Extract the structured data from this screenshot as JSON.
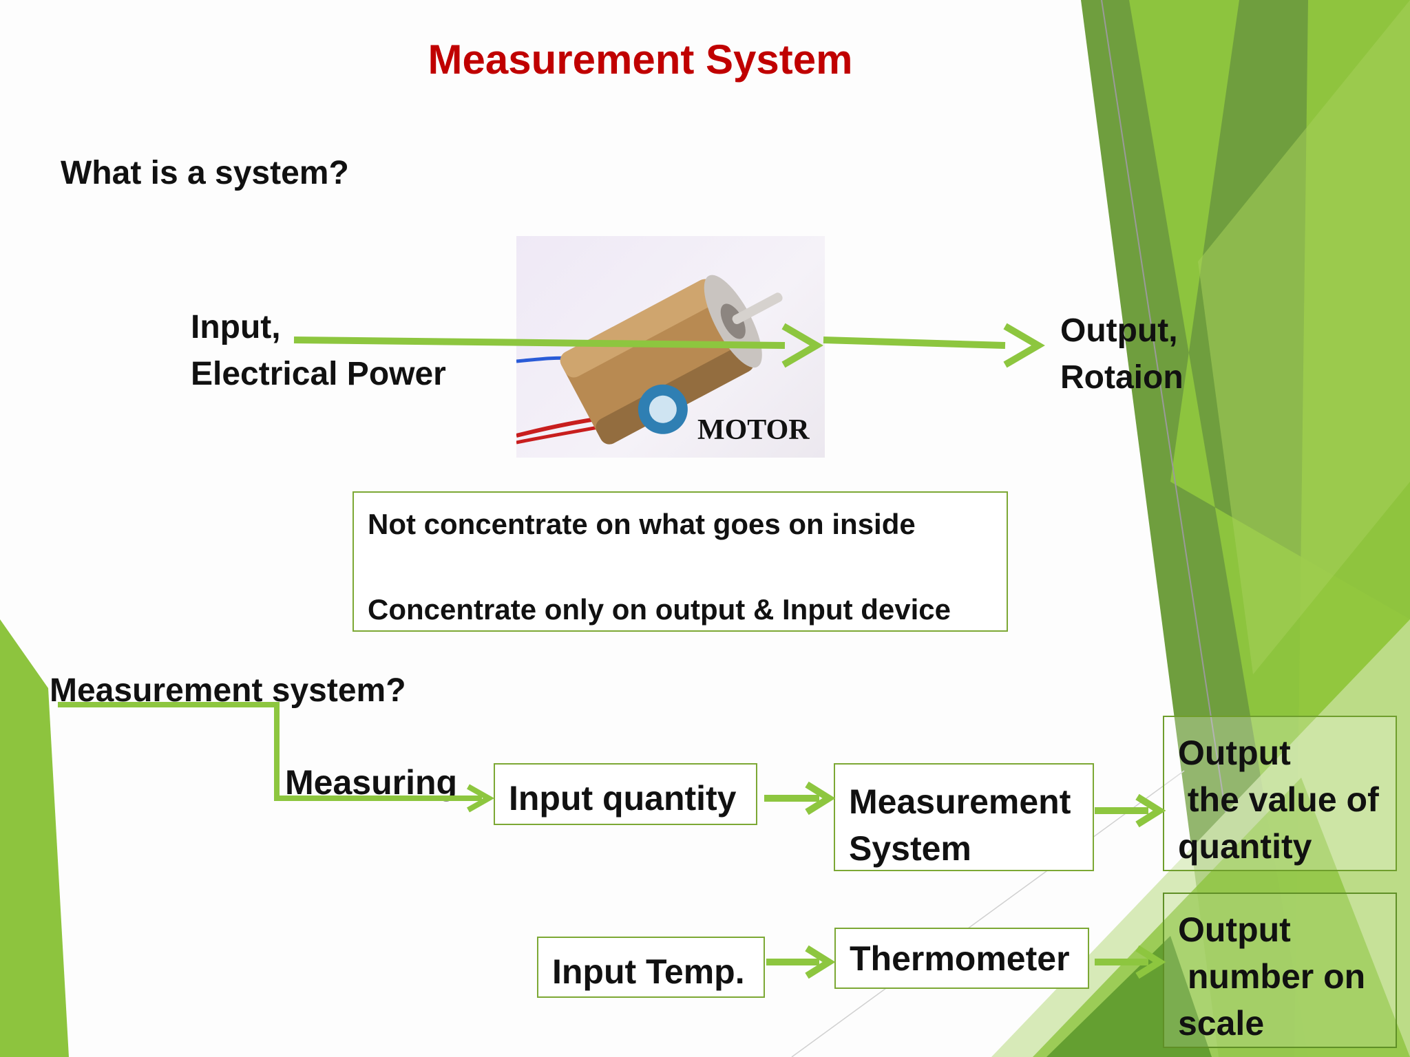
{
  "slide": {
    "title": "Measurement System",
    "question_system": "What is a system?",
    "input_label_line1": "Input,",
    "input_label_line2": "Electrical Power",
    "output_label_line1": "Output,",
    "output_label_line2": "Rotaion",
    "motor_caption": "MOTOR",
    "note_line1": "Not concentrate on what goes on inside",
    "note_line2": "Concentrate only on output & Input device",
    "question_measurement": "Measurement system?",
    "measuring_label": "Measuring"
  },
  "flow1": {
    "input": "Input quantity",
    "system": "Measurement System",
    "output": "Output\n the value of\nquantity"
  },
  "flow2": {
    "input": "Input Temp.",
    "system": "Thermometer",
    "output": "Output\n number on\nscale"
  },
  "colors": {
    "title": "#c00000",
    "accent_green": "#8dc63f",
    "box_border": "#7ca834",
    "dark_green": "#5e9a2e"
  }
}
